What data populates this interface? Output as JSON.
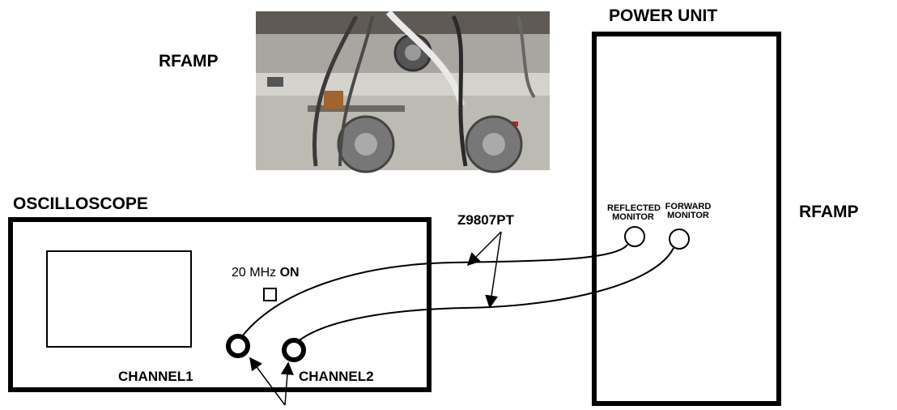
{
  "labels": {
    "rfamp_top": "RFAMP",
    "power_unit": "POWER UNIT",
    "oscilloscope": "OSCILLOSCOPE",
    "rfamp_right": "RFAMP",
    "cable": "Z9807PT",
    "bandwidth_value": "20 MHz",
    "bandwidth_state": "ON",
    "channel1": "CHANNEL1",
    "channel2": "CHANNEL2",
    "reflected_line1": "REFLECTED",
    "reflected_line2": "MONITOR",
    "forward_line1": "FORWARD",
    "forward_line2": "MONITOR"
  },
  "colors": {
    "line": "#000000",
    "photo_bg": "#8a8a8a"
  }
}
